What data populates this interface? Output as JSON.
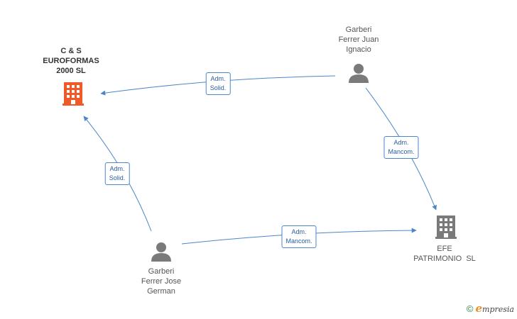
{
  "colors": {
    "edge": "#4a86c8",
    "company_primary": "#f05a28",
    "company_secondary": "#7a7a7a",
    "person": "#7a7a7a"
  },
  "nodes": {
    "cs_euroformas": {
      "name_lines": [
        "C & S",
        "EUROFORMAS",
        "2000 SL"
      ],
      "icon": "building-icon"
    },
    "efe_patrimonio": {
      "name_lines": [
        "EFE",
        "PATRIMONIO  SL"
      ],
      "icon": "building-icon"
    },
    "garberi_juan": {
      "name_lines": [
        "Garberi",
        "Ferrer Juan",
        "Ignacio"
      ],
      "icon": "person-icon"
    },
    "garberi_jose": {
      "name_lines": [
        "Garberi",
        "Ferrer Jose",
        "German"
      ],
      "icon": "person-icon"
    }
  },
  "edges": {
    "juan_to_cs": {
      "lines": [
        "Adm.",
        "Solid."
      ]
    },
    "jose_to_cs": {
      "lines": [
        "Adm.",
        "Solid."
      ]
    },
    "juan_to_efe": {
      "lines": [
        "Adm.",
        "Mancom."
      ]
    },
    "jose_to_efe": {
      "lines": [
        "Adm.",
        "Mancom."
      ]
    }
  },
  "watermark": {
    "copyright": "©",
    "brand_initial": "e",
    "brand_rest": "mpresia"
  }
}
